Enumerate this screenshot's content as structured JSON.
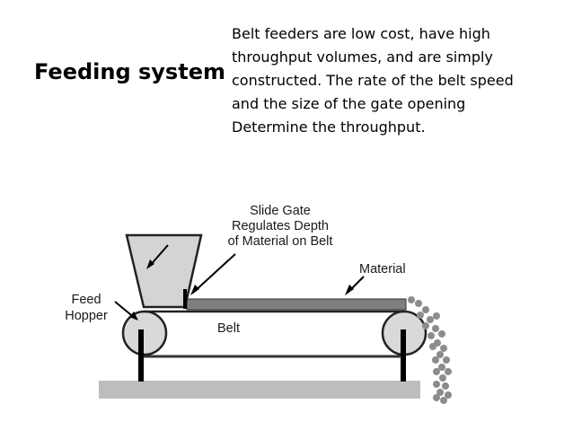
{
  "slide": {
    "title": "Feeding system",
    "description_lines": [
      "Belt feeders are low cost, have high",
      "throughput volumes, and are simply",
      "constructed. The rate of the belt speed",
      "and the size of the gate opening",
      "Determine the throughput."
    ]
  },
  "diagram": {
    "labels": {
      "slide_gate": [
        "Slide Gate",
        "Regulates Depth",
        "of Material on Belt"
      ],
      "material": "Material",
      "feed_hopper": [
        "Feed",
        "Hopper"
      ],
      "belt": "Belt"
    },
    "colors": {
      "hopper_fill": "#d4d4d4",
      "material_fill": "#7f7f7f",
      "pulley_fill": "#d9d9d9",
      "base_fill": "#bdbdbd",
      "stroke": "#222222",
      "particle_fill": "#8c8c8c"
    }
  }
}
